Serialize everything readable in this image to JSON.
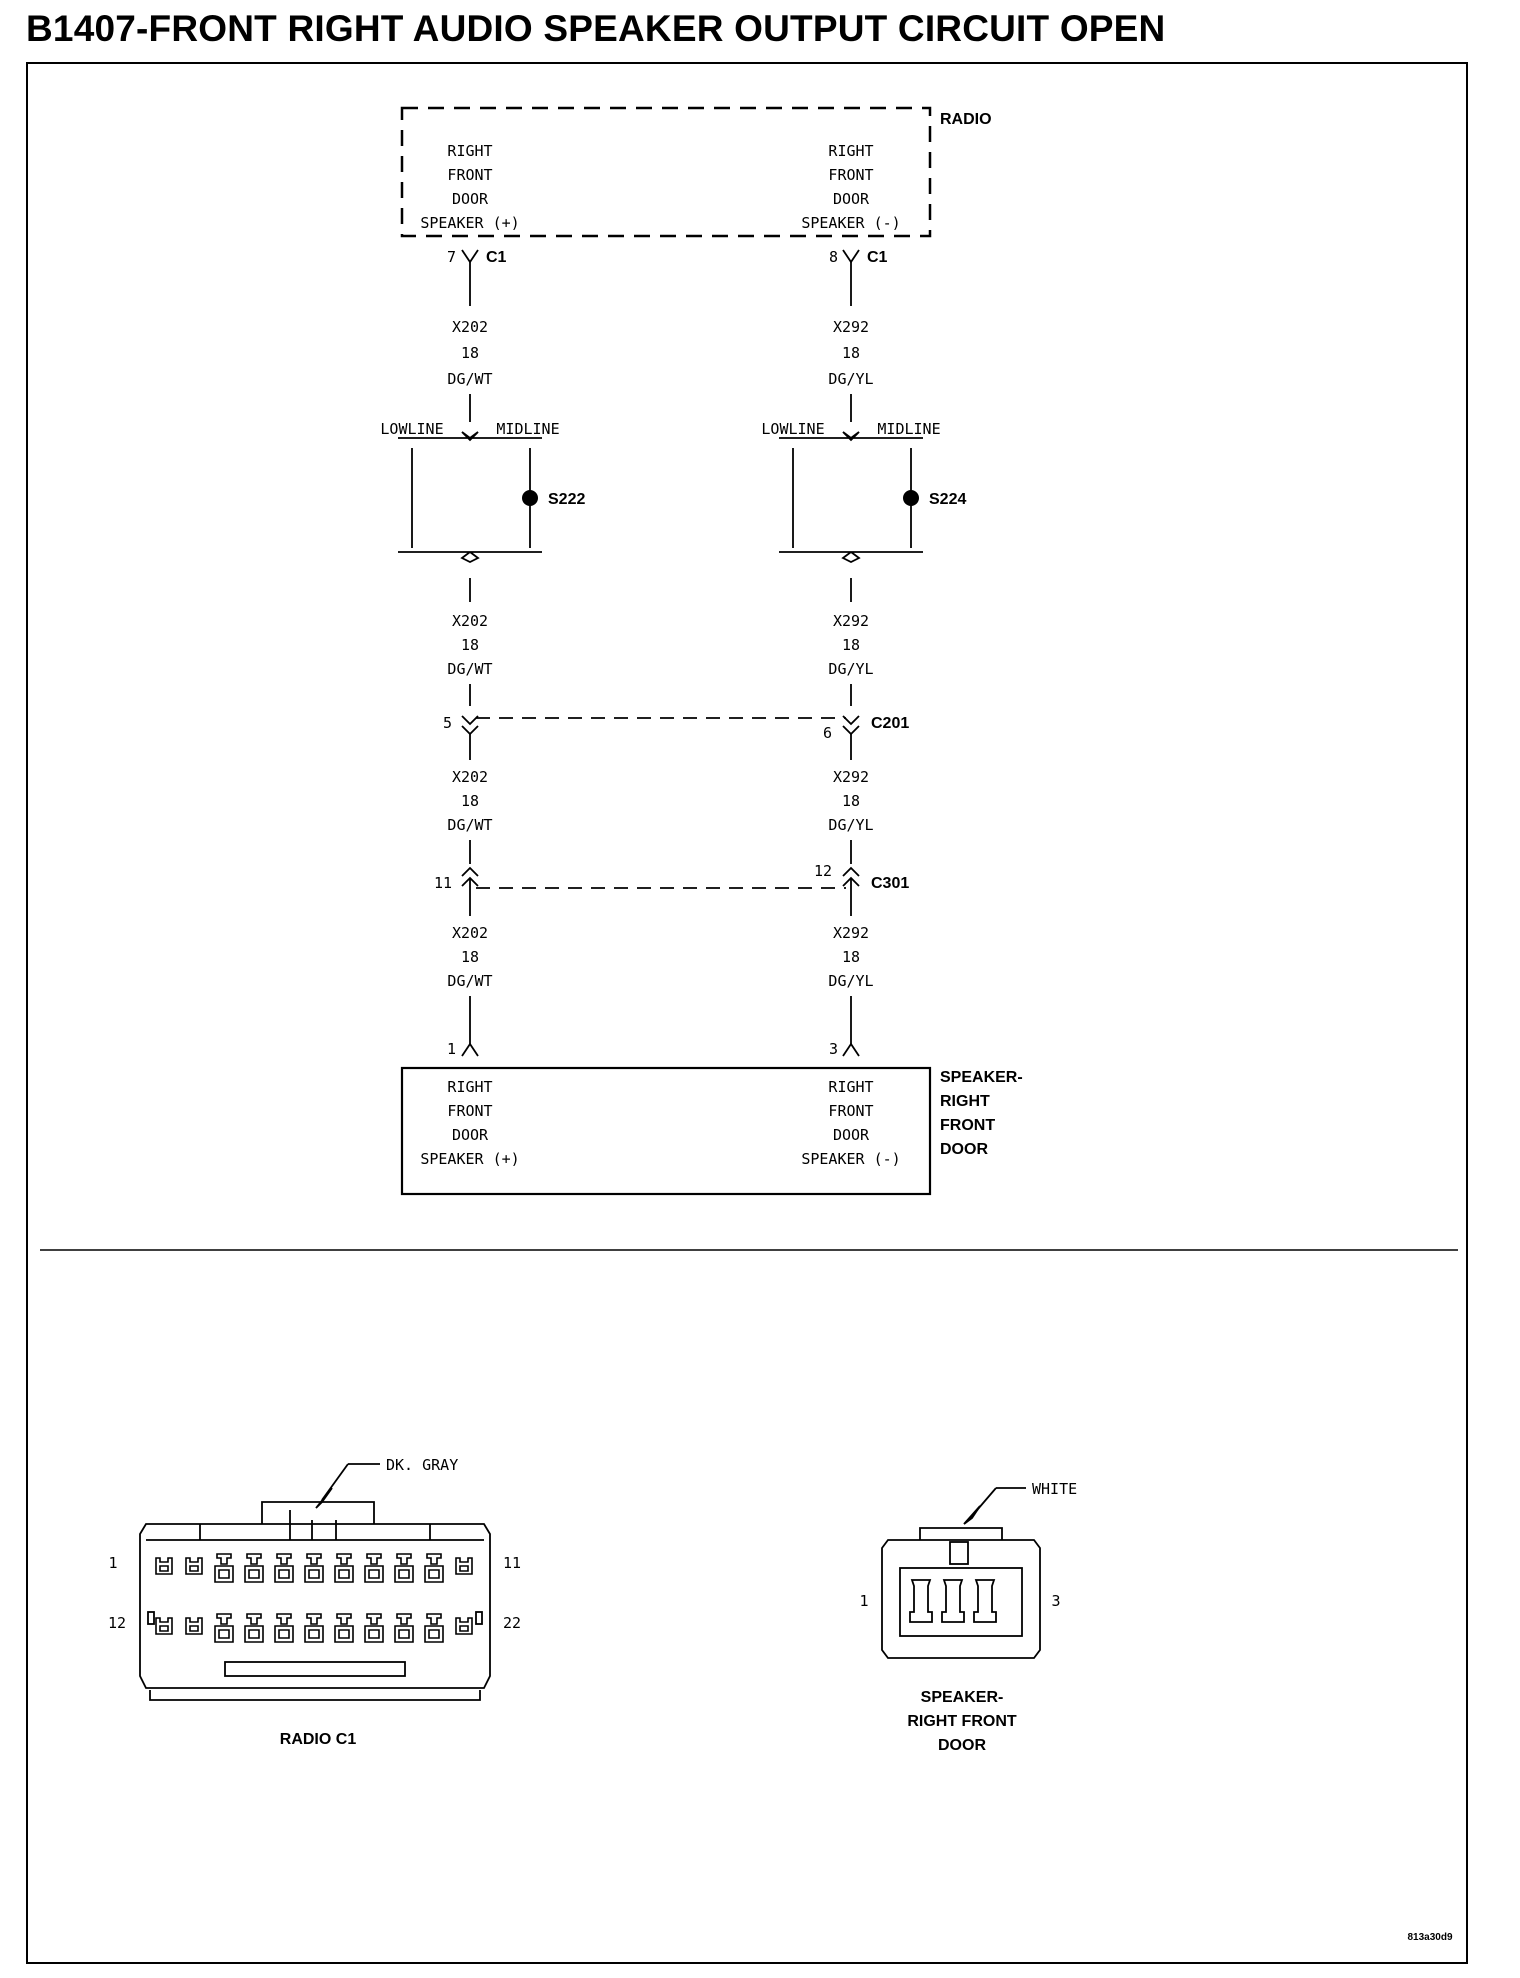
{
  "title": "B1407-FRONT RIGHT AUDIO SPEAKER OUTPUT CIRCUIT OPEN",
  "radio": {
    "name": "RADIO",
    "left_label": [
      "RIGHT",
      "FRONT",
      "DOOR",
      "SPEAKER (+)"
    ],
    "right_label": [
      "RIGHT",
      "FRONT",
      "DOOR",
      "SPEAKER (-)"
    ]
  },
  "circuits": {
    "left": {
      "c1_pin": "7",
      "connector_c1": "C1",
      "wire": [
        "X202",
        "18",
        "DG/WT"
      ],
      "lowline": "LOWLINE",
      "midline": "MIDLINE",
      "splice": "S222",
      "c201_pin": "5",
      "c301_pin": "11",
      "speaker_pin": "1"
    },
    "right": {
      "c1_pin": "8",
      "connector_c1": "C1",
      "wire": [
        "X292",
        "18",
        "DG/YL"
      ],
      "lowline": "LOWLINE",
      "midline": "MIDLINE",
      "splice": "S224",
      "c201_pin": "6",
      "c301_pin": "12",
      "speaker_pin": "3"
    }
  },
  "connectors": {
    "c201": "C201",
    "c301": "C301"
  },
  "speaker": {
    "name": [
      "SPEAKER-",
      "RIGHT",
      "FRONT",
      "DOOR"
    ],
    "left_label": [
      "RIGHT",
      "FRONT",
      "DOOR",
      "SPEAKER (+)"
    ],
    "right_label": [
      "RIGHT",
      "FRONT",
      "DOOR",
      "SPEAKER (-)"
    ]
  },
  "radio_c1_view": {
    "color_label": "DK. GRAY",
    "pin_labels": {
      "top_left": "1",
      "top_right": "11",
      "bottom_left": "12",
      "bottom_right": "22"
    },
    "caption": "RADIO C1"
  },
  "speaker_view": {
    "color_label": "WHITE",
    "pin_labels": {
      "left": "1",
      "right": "3"
    },
    "caption": [
      "SPEAKER-",
      "RIGHT FRONT",
      "DOOR"
    ]
  },
  "figure_code": "813a30d9"
}
